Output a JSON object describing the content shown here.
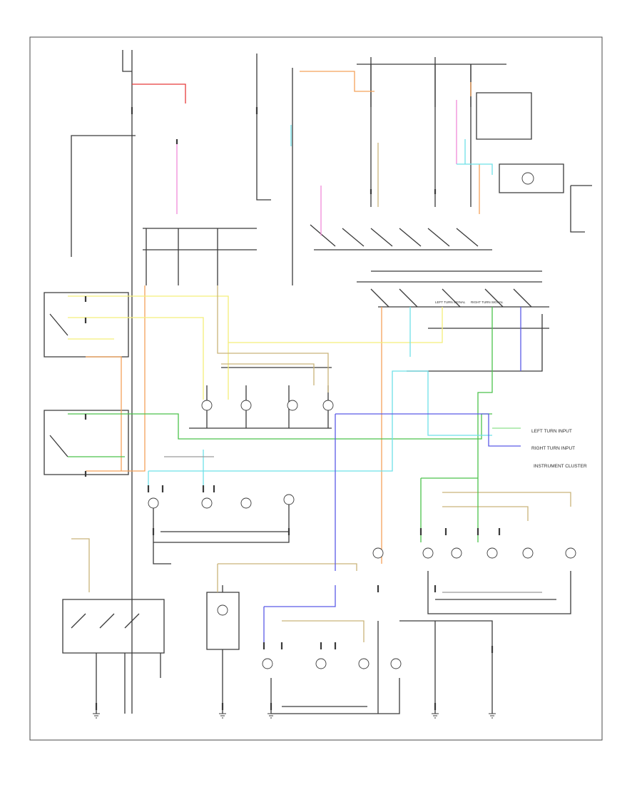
{
  "colors": {
    "black": "#3a3a3a",
    "red": "#e63b3b",
    "pink": "#f08ad8",
    "orange": "#f4a25a",
    "yellow": "#f3ef7a",
    "tan": "#c9b47a",
    "green": "#4cc24c",
    "lightgreen": "#8ee08e",
    "blue": "#5a5ae6",
    "cyan": "#6ee0e8",
    "gray": "#9a9a9a"
  },
  "labels": {
    "left_turn_input": "LEFT TURN INPUT",
    "right_turn_input": "RIGHT TURN INPUT",
    "instrument_cluster": "INSTRUMENT CLUSTER",
    "left_turn_signal": "LEFT TURN SIGNAL",
    "right_turn_signal": "RIGHT TURN SIGNAL"
  },
  "icons": {
    "bulb": "bulb-icon",
    "ground": "ground-icon",
    "switch": "switch-icon",
    "relay": "relay-icon"
  }
}
